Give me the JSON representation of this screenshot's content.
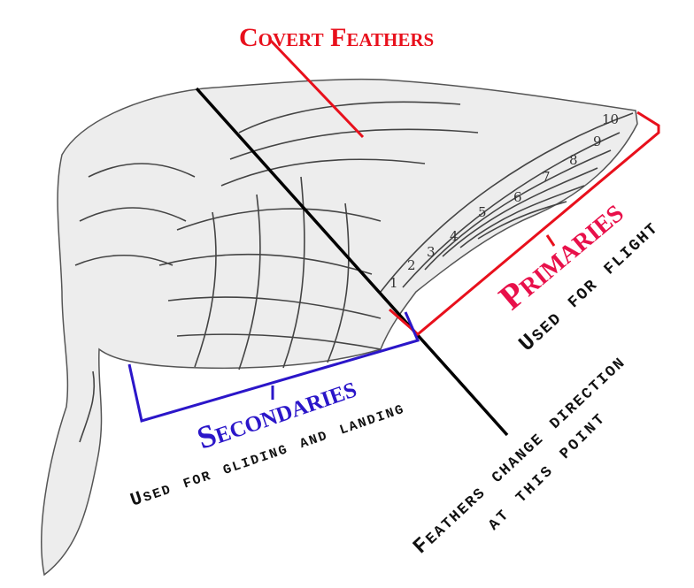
{
  "labels": {
    "covert": "Covert Feathers",
    "primaries": "Primaries",
    "primaries_use": "Used for flight",
    "secondaries": "Secondaries",
    "secondaries_use": "Used for gliding and landing",
    "direction_line1": "Feathers change direction",
    "direction_line2": "at this point"
  },
  "primary_numbers": [
    "1",
    "2",
    "3",
    "4",
    "5",
    "6",
    "7",
    "8",
    "9",
    "10"
  ],
  "colors": {
    "covert": "#e8101c",
    "primaries": "#e8104a",
    "secondaries": "#2b16c9",
    "divider": "#000000",
    "wing": "#ededed"
  }
}
